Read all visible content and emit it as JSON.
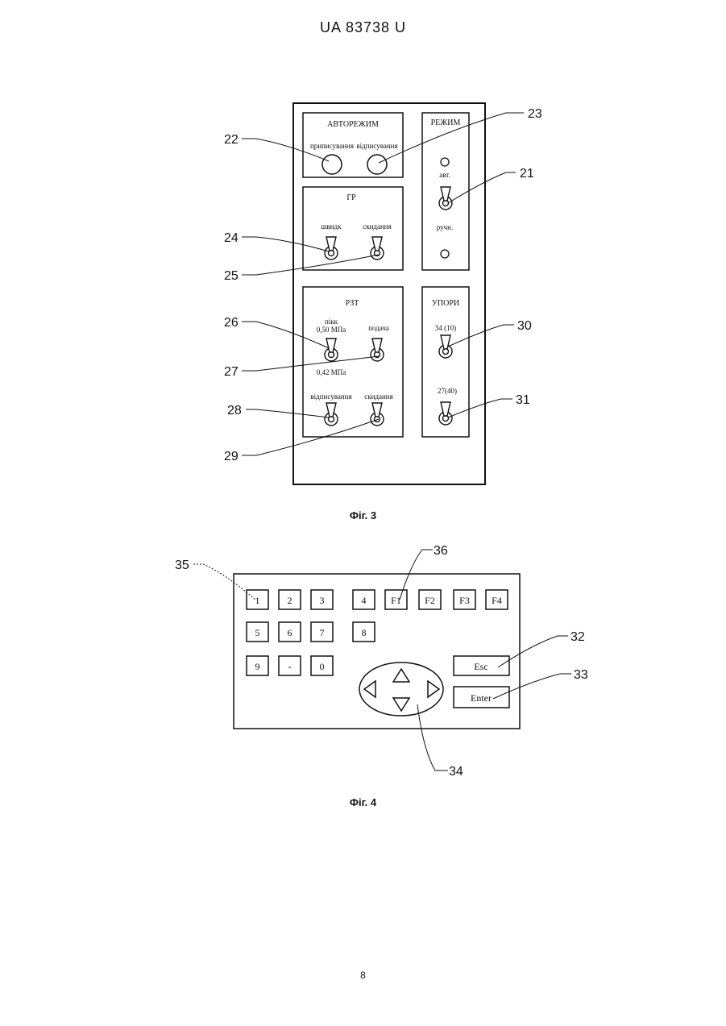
{
  "header": {
    "doc_id": "UA   83738   U"
  },
  "fig3": {
    "caption": "Фіг. 3",
    "autorezhim": {
      "title": "АВТОРЕЖИМ",
      "btn_left": "приписування",
      "btn_right": "відписування"
    },
    "rezhim": {
      "title": "РЕЖИМ",
      "top": "авт.",
      "bottom": "ручн."
    },
    "gr": {
      "title": "ГР",
      "left": "швидк",
      "right": "скидання"
    },
    "rzt": {
      "title": "РЗТ",
      "left_top": "пікк",
      "left_val1": "0,50 МПа",
      "left_val2": "0,42 МПа",
      "right_top": "подача",
      "left_bottom": "відписування",
      "right_bottom": "скидання"
    },
    "upory": {
      "title": "УПОРИ",
      "top": "34 (10)",
      "bottom": "27(40)"
    },
    "refs": [
      "22",
      "23",
      "21",
      "24",
      "25",
      "26",
      "27",
      "28",
      "29",
      "30",
      "31"
    ]
  },
  "fig4": {
    "caption": "Фіг. 4",
    "keys_row1": [
      "1",
      "2",
      "3",
      "4",
      "F1",
      "F2",
      "F3",
      "F4"
    ],
    "keys_row2": [
      "5",
      "6",
      "7",
      "8"
    ],
    "keys_row3": [
      "9",
      "-",
      "0"
    ],
    "esc": "Esc",
    "enter": "Enter",
    "refs": [
      "35",
      "36",
      "32",
      "33",
      "34"
    ]
  },
  "page_number": "8"
}
